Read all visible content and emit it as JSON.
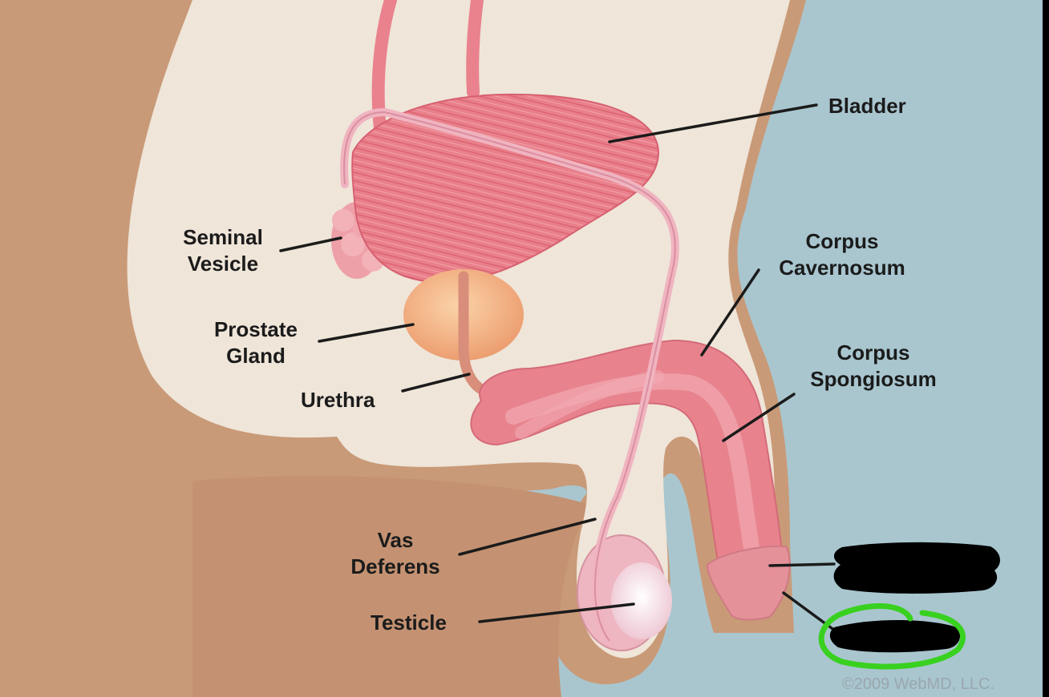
{
  "labels": {
    "bladder": "Bladder",
    "seminal_vesicle": [
      "Seminal",
      "Vesicle"
    ],
    "prostate_gland": [
      "Prostate",
      "Gland"
    ],
    "urethra": "Urethra",
    "corpus_cavernosum": [
      "Corpus",
      "Cavernosum"
    ],
    "corpus_spongiosum": [
      "Corpus",
      "Spongiosum"
    ],
    "vas_deferens": [
      "Vas",
      "Deferens"
    ],
    "testicle": "Testicle"
  },
  "copyright": "©2009 WebMD, LLC.",
  "redactions": 2,
  "colors": {
    "background": "#a9c6cf",
    "body_skin": "#c99a78",
    "interior": "#efe5d9",
    "organ_pink": "#e9808b",
    "prostate": "#f3b98a",
    "testicle": "#f7f2f4",
    "redaction": "#000000",
    "highlight_circle": "#39d11f"
  }
}
